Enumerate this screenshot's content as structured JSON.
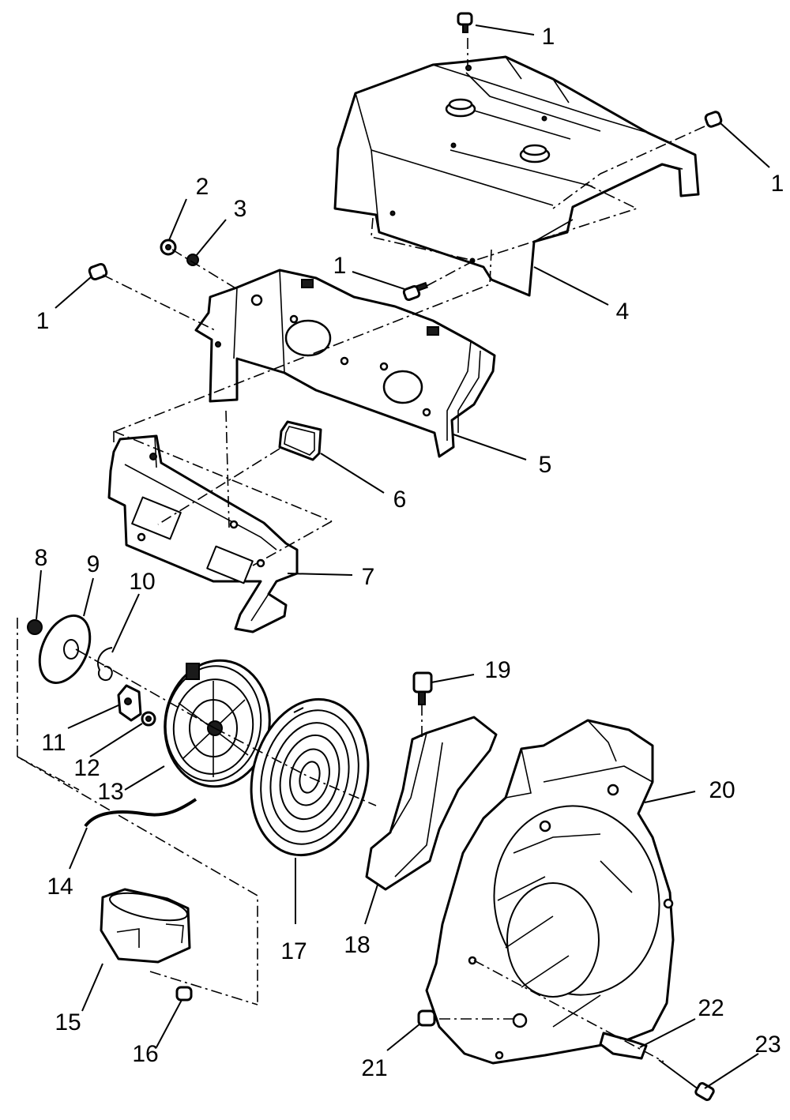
{
  "callouts": [
    {
      "id": "c1a",
      "label": "1"
    },
    {
      "id": "c1b",
      "label": "1"
    },
    {
      "id": "c1c",
      "label": "1"
    },
    {
      "id": "c1d",
      "label": "1"
    },
    {
      "id": "c2",
      "label": "2"
    },
    {
      "id": "c3",
      "label": "3"
    },
    {
      "id": "c4",
      "label": "4"
    },
    {
      "id": "c5",
      "label": "5"
    },
    {
      "id": "c6",
      "label": "6"
    },
    {
      "id": "c7",
      "label": "7"
    },
    {
      "id": "c8",
      "label": "8"
    },
    {
      "id": "c9",
      "label": "9"
    },
    {
      "id": "c10",
      "label": "10"
    },
    {
      "id": "c11",
      "label": "11"
    },
    {
      "id": "c12",
      "label": "12"
    },
    {
      "id": "c13",
      "label": "13"
    },
    {
      "id": "c14",
      "label": "14"
    },
    {
      "id": "c15",
      "label": "15"
    },
    {
      "id": "c16",
      "label": "16"
    },
    {
      "id": "c17",
      "label": "17"
    },
    {
      "id": "c18",
      "label": "18"
    },
    {
      "id": "c19",
      "label": "19"
    },
    {
      "id": "c20",
      "label": "20"
    },
    {
      "id": "c21",
      "label": "21"
    },
    {
      "id": "c22",
      "label": "22"
    },
    {
      "id": "c23",
      "label": "23"
    }
  ]
}
